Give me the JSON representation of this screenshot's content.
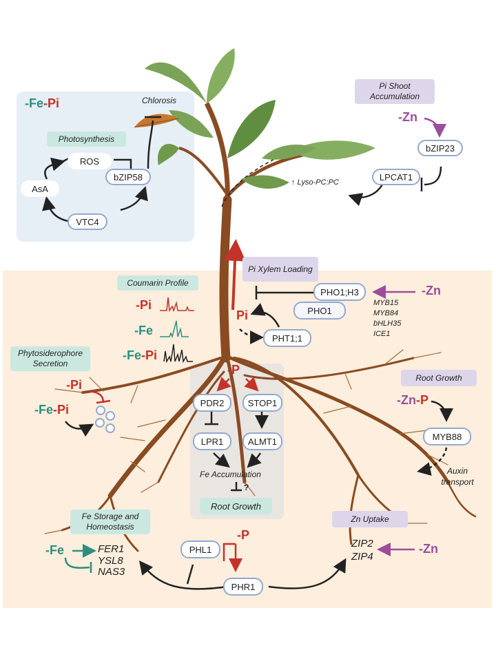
{
  "colors": {
    "pi": "#c4322a",
    "fe": "#2c8f7e",
    "zn": "#9c4d9c",
    "pill_border": "#93a9cf",
    "root": "#8a4b22",
    "leaf": "#6f9a4b",
    "chlorotic_leaf": "#c7782e"
  },
  "top_left": {
    "title_fe": "-Fe",
    "title_pi": "-Pi",
    "chlorosis": "Chlorosis",
    "photosynthesis": "Photosynthesis",
    "ros": "ROS",
    "asa": "AsA",
    "bzip58": "bZIP58",
    "vtc4": "VTC4"
  },
  "top_right": {
    "pi_shoot": "Pi Shoot Accumulation",
    "zn": "-Zn",
    "bzip23": "bZIP23",
    "lpcat1": "LPCAT1",
    "lyso": "↑ Lyso-PC:PC"
  },
  "middle": {
    "pi_xylem": "Pi Xylem Loading",
    "pho1h3": "PHO1;H3",
    "pho1": "PHO1",
    "zn": "-Zn",
    "myb_list": [
      "MYB15",
      "MYB84",
      "bHLH35",
      "ICE1"
    ],
    "pi_label": "Pi",
    "pht1": "PHT1;1"
  },
  "coumarin": {
    "title": "Coumarin Profile",
    "pi": "-Pi",
    "fe": "-Fe",
    "fe_pi_fe": "-Fe",
    "fe_pi_pi": "-Pi"
  },
  "phytosiderophore": {
    "title": "Phytosiderophore Secretion",
    "pi": "-Pi",
    "fe": "-Fe",
    "fe_pi": "-Pi"
  },
  "center": {
    "minus_p": "-P",
    "pdr2": "PDR2",
    "stop1": "STOP1",
    "lpr1": "LPR1",
    "almt1": "ALMT1",
    "fe_accum": "Fe Accumulation",
    "question": "?",
    "root_growth": "Root Growth"
  },
  "root_growth_right": {
    "title": "Root Growth",
    "zn": "-Zn",
    "p": "-P",
    "myb88": "MYB88",
    "auxin": "Auxin transport"
  },
  "fe_storage": {
    "title": "Fe Storage and Homeostasis",
    "fe": "-Fe",
    "fer1": "FER1",
    "ysl8": "YSL8",
    "nas3": "NAS3"
  },
  "bottom": {
    "phl1": "PHL1",
    "minus_p": "-P",
    "phr1": "PHR1",
    "zn_uptake": "Zn Uptake",
    "zip2": "ZIP2",
    "zip4": "ZIP4",
    "zn": "-Zn"
  }
}
